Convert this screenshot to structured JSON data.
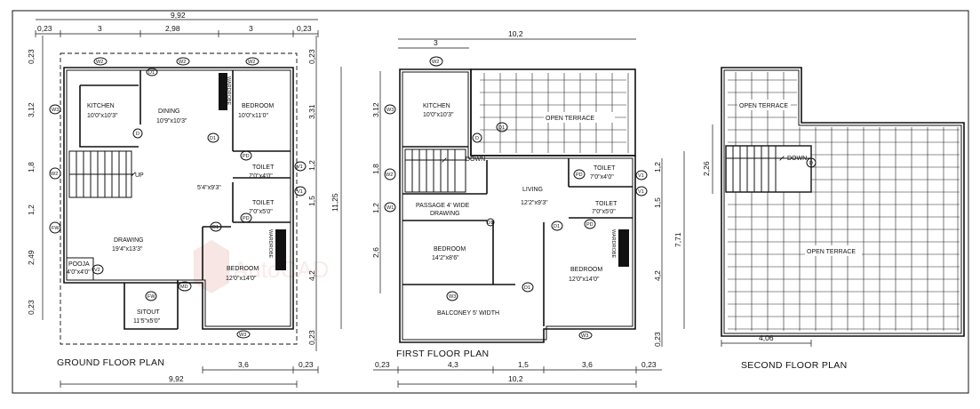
{
  "titles": {
    "ground": "GROUND FLOOR PLAN",
    "first": "FIRST FLOOR PLAN",
    "second": "SECOND  FLOOR PLAN"
  },
  "watermark": "AutoCAD",
  "ground": {
    "top_total": "9,92",
    "top_dims": [
      "0,23",
      "3",
      "2,98",
      "3",
      "0,23"
    ],
    "bottom_dims": [
      "3,6",
      "0,23"
    ],
    "bottom_total": "9,92",
    "left_dims": [
      "0,23",
      "3,12",
      "1,8",
      "1,2",
      "2,49",
      "0,23"
    ],
    "right_dims": [
      "0,23",
      "3,31",
      "1,2",
      "1,5",
      "4,2",
      "0,23"
    ],
    "right_total": "11,25",
    "rooms": {
      "kitchen": "KITCHEN",
      "kitchen_size": "10'0\"x10'3\"",
      "dining": "DINING",
      "dining_size": "10'9\"x10'3\"",
      "bedroom1": "BEDROOM",
      "bedroom1_size": "10'0\"x11'0\"",
      "toilet1": "TOILET",
      "toilet1_size": "7'0\"x4'0\"",
      "toilet2": "TOILET",
      "toilet2_size": "7'0\"x5'0\"",
      "lobby_size": "5'4\"x9'3\"",
      "drawing": "DRAWING",
      "drawing_size": "19'4\"x13'3\"",
      "pooja": "POOJA",
      "pooja_size": "4'0\"x4'0\"",
      "bedroom2": "BEDROOM",
      "bedroom2_size": "12'0\"x14'0\"",
      "sitout": "SITOUT",
      "sitout_size": "11'5\"x5'0\"",
      "up": "UP",
      "wardrobe": "WARDROBE"
    },
    "tags": [
      "W2",
      "D1",
      "W2",
      "W3",
      "W2",
      "FW",
      "D",
      "D1",
      "PD",
      "V1",
      "V1",
      "PD",
      "D1",
      "V2",
      "FW",
      "MD",
      "W3"
    ]
  },
  "first": {
    "top_dims": [
      "3",
      "10,2"
    ],
    "bottom_dims": [
      "0,23",
      "4,3",
      "1,5",
      "3,6",
      "0,23"
    ],
    "bottom_total": "10,2",
    "left_dims": [
      "3,12",
      "1,8",
      "1,2",
      "2,6"
    ],
    "right_dims": [
      "1,2",
      "1,5",
      "4,2",
      "0,23"
    ],
    "right_total": "7,71",
    "rooms": {
      "kitchen": "KITCHEN",
      "kitchen_size": "10'0\"x10'3\"",
      "open_terrace": "OPEN TERRACE",
      "down": "DOWN",
      "toilet1": "TOILET",
      "toilet1_size": "7'0\"x4'0\"",
      "living": "LIVING",
      "living_size": "12'2\"x9'3\"",
      "toilet2": "TOILET",
      "toilet2_size": "7'0\"x5'0\"",
      "passage": "PASSAGE 4' WIDE",
      "passage2": "DRAWING",
      "bedroom1": "BEDROOM",
      "bedroom1_size": "14'2\"x8'6\"",
      "bedroom2": "BEDROOM",
      "bedroom2_size": "12'0\"x14'0\"",
      "balcony": "BALCONEY 5' WIDTH",
      "wardrobe": "WARDROBE"
    },
    "tags": [
      "W2",
      "D",
      "D1",
      "W3",
      "W2",
      "W1",
      "PD",
      "V1",
      "V1",
      "PD",
      "D1",
      "D1",
      "W3",
      "D1",
      "W3"
    ]
  },
  "second": {
    "left_dim": "2,26",
    "bottom_dim": "4,06",
    "rooms": {
      "open_terrace1": "OPEN TERRACE",
      "open_terrace2": "OPEN TERRACE",
      "down": "DOWN"
    },
    "tags": [
      "D"
    ]
  }
}
